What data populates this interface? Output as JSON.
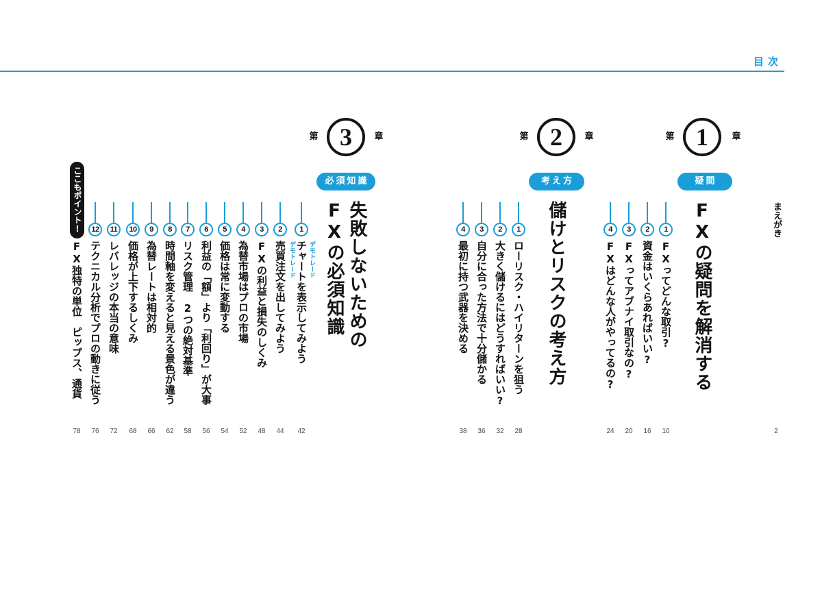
{
  "colors": {
    "accent": "#1a9ed9",
    "ink": "#141414"
  },
  "header": {
    "toc_label": "目次"
  },
  "preface": {
    "title": "まえがき",
    "page": "2"
  },
  "chapters": [
    {
      "prefix": "第",
      "number": "1",
      "suffix": "章",
      "tag": "疑問",
      "title": [
        "FXの疑問を解消する"
      ],
      "items": [
        {
          "num": "1",
          "title": "FXってどんな取引?",
          "page": "10"
        },
        {
          "num": "2",
          "title": "資金はいくらあればいい?",
          "page": "16"
        },
        {
          "num": "3",
          "title": "FXってアブナイ取引なの?",
          "page": "20"
        },
        {
          "num": "4",
          "title": "FXはどんな人がやってるの?",
          "page": "24"
        }
      ]
    },
    {
      "prefix": "第",
      "number": "2",
      "suffix": "章",
      "tag": "考え方",
      "title": [
        "儲けとリスクの考え方"
      ],
      "items": [
        {
          "num": "1",
          "title": "ローリスク・ハイリターンを狙う",
          "page": "28"
        },
        {
          "num": "2",
          "title": "大きく儲けるにはどうすればいい?",
          "page": "32"
        },
        {
          "num": "3",
          "title": "自分に合った方法で十分儲かる",
          "page": "36"
        },
        {
          "num": "4",
          "title": "最初に持つ武器を決める",
          "page": "38"
        }
      ]
    },
    {
      "prefix": "第",
      "number": "3",
      "suffix": "章",
      "tag": "必須知識",
      "title": [
        "失敗しないための",
        "FXの必須知識"
      ],
      "items": [
        {
          "num": "1",
          "label": "デモトレード",
          "title": "チャートを表示してみよう",
          "page": "42"
        },
        {
          "num": "2",
          "label": "デモトレード",
          "title": "売買注文を出してみよう",
          "page": "44"
        },
        {
          "num": "3",
          "title": "FXの利益と損失のしくみ",
          "page": "48"
        },
        {
          "num": "4",
          "title": "為替市場はプロの市場",
          "page": "52"
        },
        {
          "num": "5",
          "title": "価格は常に変動する",
          "page": "54"
        },
        {
          "num": "6",
          "title": "利益の「額」より「利回り」が大事",
          "page": "56"
        },
        {
          "num": "7",
          "title": "リスク管理　2つの絶対基準",
          "page": "58"
        },
        {
          "num": "8",
          "title": "時間軸を変えると見える景色が違う",
          "page": "62"
        },
        {
          "num": "9",
          "title": "為替レートは相対的",
          "page": "66"
        },
        {
          "num": "10",
          "title": "価格が上下するしくみ",
          "page": "68"
        },
        {
          "num": "11",
          "title": "レバレッジの本当の意味",
          "page": "72"
        },
        {
          "num": "12",
          "title": "テクニカル分析でプロの動きに従う",
          "page": "76"
        }
      ],
      "bonus": {
        "badge": "ここもポイント!",
        "title": "FX独特の単位　ピップス、通貨",
        "page": "78"
      }
    }
  ]
}
